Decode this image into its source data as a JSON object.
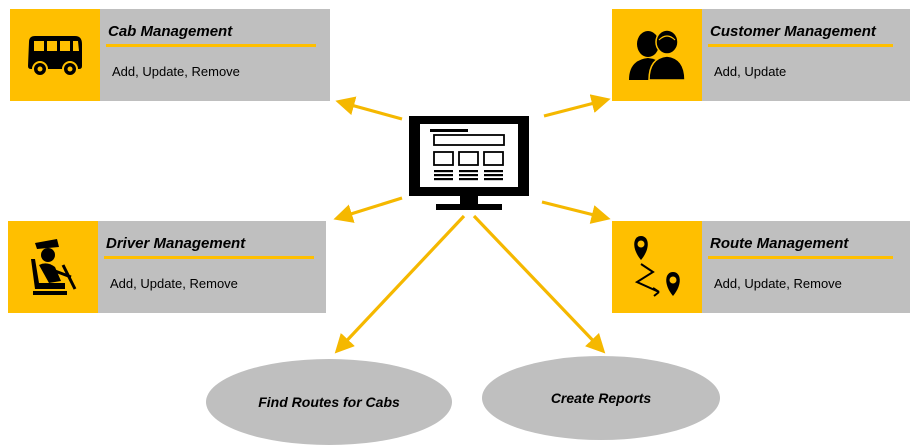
{
  "modules": {
    "cab": {
      "title": "Cab Management",
      "desc": "Add, Update, Remove",
      "icon": "bus-icon"
    },
    "customer": {
      "title": "Customer Management",
      "desc": "Add, Update",
      "icon": "people-icon"
    },
    "driver": {
      "title": "Driver Management",
      "desc": "Add, Update, Remove",
      "icon": "driver-icon"
    },
    "route": {
      "title": "Route Management",
      "desc": "Add, Update, Remove",
      "icon": "route-icon"
    }
  },
  "actions": {
    "find_routes": "Find Routes for Cabs",
    "create_reports": "Create Reports"
  },
  "colors": {
    "accent": "#ffbf00",
    "panel": "#bfbfbf",
    "arrow": "#f5b800"
  },
  "center_icon": "computer-monitor-icon"
}
